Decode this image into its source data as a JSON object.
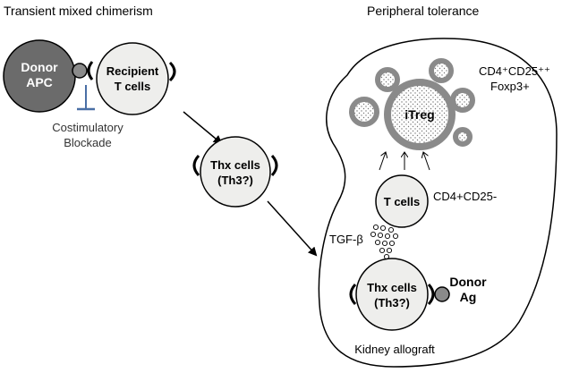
{
  "headings": {
    "left": "Transient mixed chimerism",
    "right": "Peripheral tolerance"
  },
  "cells": {
    "donor_apc": [
      "Donor",
      "APC"
    ],
    "recipient_t": [
      "Recipient",
      "T cells"
    ],
    "thx_left": [
      "Thx cells",
      "(Th3?)"
    ],
    "t_cells": "T cells",
    "itreg": "iTreg",
    "thx_bottom": [
      "Thx cells",
      "(Th3?)"
    ]
  },
  "labels": {
    "costim": [
      "Costimulatory",
      "Blockade"
    ],
    "cd4_cd25_minus": "CD4+CD25-",
    "cd4_cd25_plus": "CD4⁺CD25⁺⁺",
    "foxp3": "Foxp3+",
    "tgf_beta": "TGF-β",
    "donor_ag": [
      "Donor",
      "Ag"
    ],
    "kidney": "Kidney allograft"
  },
  "colors": {
    "dark_cell": "#6b6b6b",
    "light_cell": "#eeeeec",
    "treg_ring": "#8a8a8a",
    "stroke": "#000000",
    "inhibit": "#4a6fa5"
  }
}
